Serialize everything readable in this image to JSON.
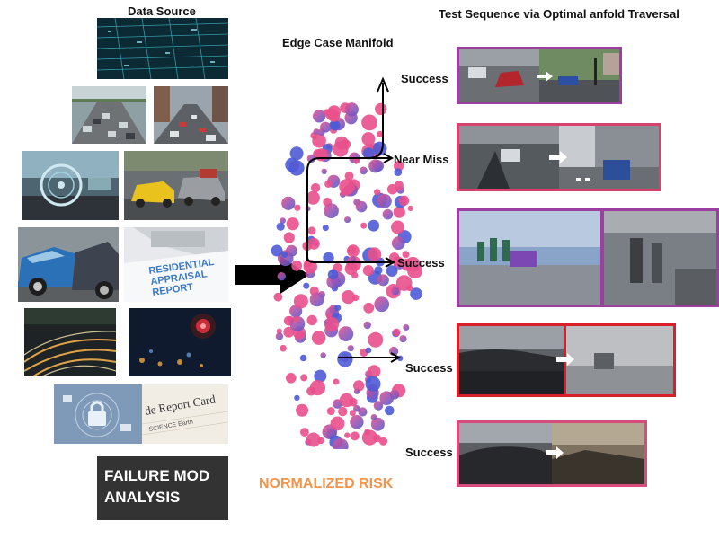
{
  "titles": {
    "data_source": "Data Source",
    "edge_case": "Edge Case Manifold",
    "test_sequence": "Test Sequence via Optimal anfold Traversal"
  },
  "outcomes": [
    "Success",
    "Near Miss",
    "Success",
    "Success",
    "Success"
  ],
  "failure_box": {
    "line1": "FAILURE MOD",
    "line2": "ANALYSIS"
  },
  "risk_label": "NORMALIZED RISK",
  "document_text": {
    "appraisal_line1": "RESIDENTIAL",
    "appraisal_line2": "APPRAISAL",
    "appraisal_line3": "REPORT",
    "report_card": "de Report Card",
    "report_sub": "SCIENCE Earth"
  },
  "colors": {
    "frame_purple": "#9b3fa0",
    "frame_pink": "#d9426f",
    "frame_red": "#d81f2a",
    "frame_pink2": "#d84b7a",
    "dot_pink": "#e9508c",
    "dot_blue": "#4e5bd6",
    "risk_orange": "#f4934a"
  },
  "icons": [
    "big-right-arrow-icon",
    "traversal-arrow-icon",
    "frame-transition-arrow-icon"
  ]
}
